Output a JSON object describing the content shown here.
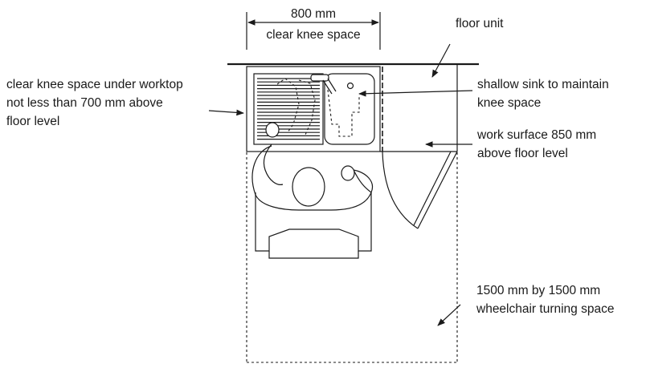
{
  "dimension": {
    "value": "800 mm",
    "caption": "clear knee space"
  },
  "labels": {
    "floor_unit": "floor unit",
    "knee_line1": "clear knee space under worktop",
    "knee_line2": "not less than 700 mm above",
    "knee_line3": "floor level",
    "sink_line1": "shallow sink to maintain",
    "sink_line2": "knee space",
    "surface_line1": "work surface 850 mm",
    "surface_line2": "above floor level",
    "turning_line1": "1500 mm by 1500 mm",
    "turning_line2": "wheelchair turning space"
  }
}
